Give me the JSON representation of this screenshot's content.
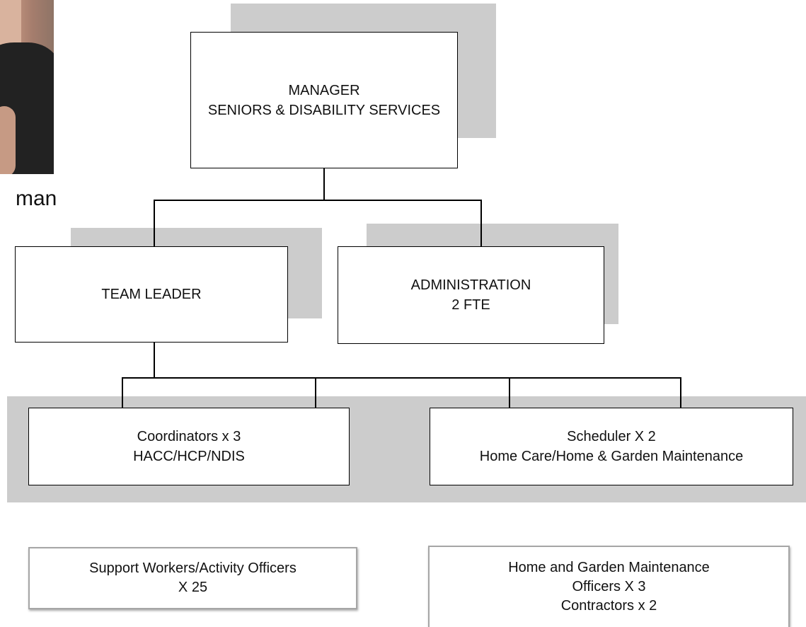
{
  "caption_fragment": "man",
  "nodes": {
    "manager": {
      "line1": "MANAGER",
      "line2": "SENIORS & DISABILITY SERVICES"
    },
    "team_leader": {
      "line1": "TEAM LEADER"
    },
    "administration": {
      "line1": "ADMINISTRATION",
      "line2": "2 FTE"
    },
    "coordinators": {
      "line1": "Coordinators x 3",
      "line2": "HACC/HCP/NDIS"
    },
    "scheduler": {
      "line1": "Scheduler X 2",
      "line2": "Home Care/Home & Garden Maintenance"
    },
    "support_workers": {
      "line1": "Support Workers/Activity Officers",
      "line2": "X 25"
    },
    "home_garden": {
      "line1": "Home and Garden Maintenance",
      "line2": "Officers X 3",
      "line3": "Contractors x 2"
    }
  },
  "colors": {
    "shadow": "#cccccc",
    "border": "#000000",
    "soft_border": "#a6a6a6"
  }
}
